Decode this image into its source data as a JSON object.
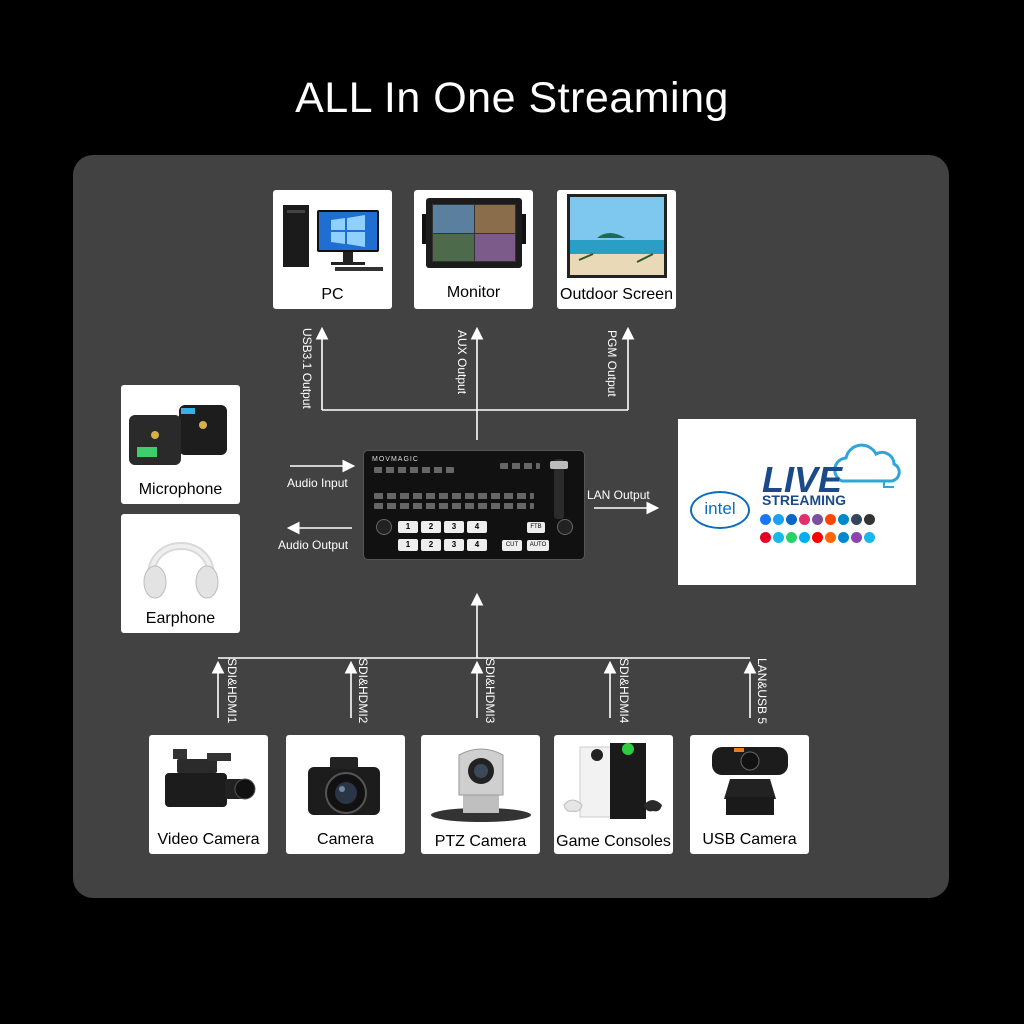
{
  "title": "ALL In One Streaming",
  "outputs": {
    "pc": "PC",
    "monitor": "Monitor",
    "outdoor": "Outdoor Screen"
  },
  "output_links": {
    "usb": "USB3.1 Output",
    "aux": "AUX Output",
    "pgm": "PGM Output"
  },
  "audio": {
    "microphone": "Microphone",
    "earphone": "Earphone",
    "input": "Audio Input",
    "output": "Audio Output"
  },
  "lan_output": "LAN Output",
  "switcher": {
    "brand": "MOVMAGIC",
    "keys": [
      "1",
      "2",
      "3",
      "4"
    ],
    "ftb": "FTB",
    "cut": "CUT",
    "auto": "AUTO"
  },
  "streaming": {
    "intel": "intel",
    "live": "LIVE",
    "streaming": "STREAMING"
  },
  "input_links": {
    "in1": "SDI&HDMI1",
    "in2": "SDI&HDMI2",
    "in3": "SDI&HDMI3",
    "in4": "SDI&HDMI4",
    "in5": "LAN&USB 5"
  },
  "sources": {
    "video_camera": "Video Camera",
    "camera": "Camera",
    "ptz": "PTZ Camera",
    "consoles": "Game Consoles",
    "usb_camera": "USB Camera"
  },
  "colors": {
    "panel": "#424242",
    "live_blue": "#1a4a8a",
    "cloud_blue": "#2ea6d9"
  }
}
